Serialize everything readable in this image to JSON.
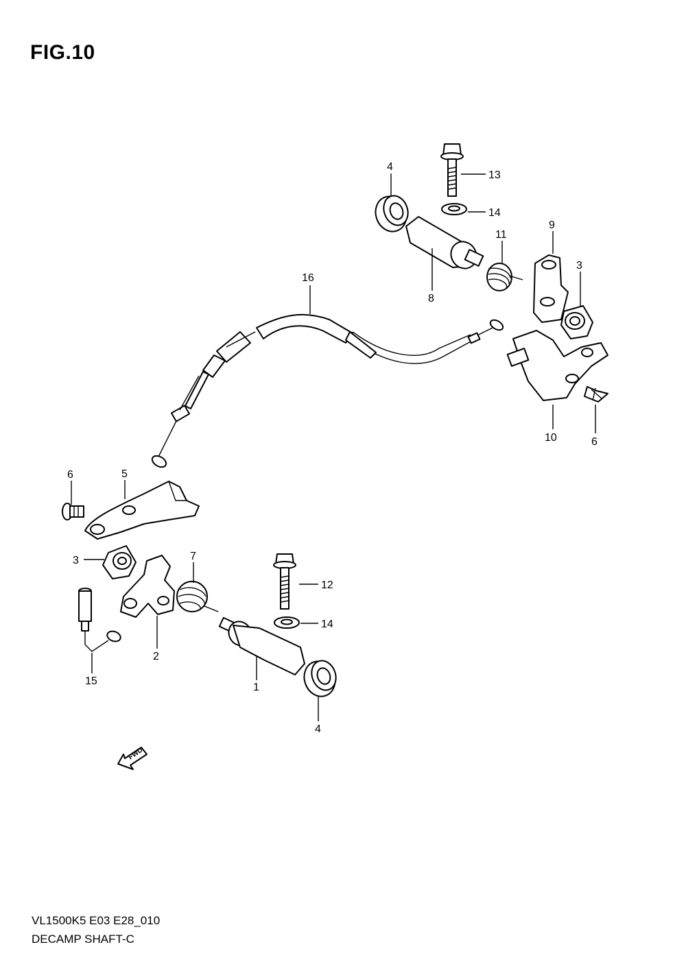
{
  "header": {
    "title": "FIG.10"
  },
  "footer": {
    "line1": "VL1500K5 E03 E28_010",
    "line2": "DECAMP SHAFT-C"
  },
  "fwd_arrow": {
    "label": "FWD"
  },
  "callouts": {
    "c1": "1",
    "c2": "2",
    "c3a": "3",
    "c3b": "3",
    "c4a": "4",
    "c4b": "4",
    "c5": "5",
    "c6a": "6",
    "c6b": "6",
    "c7": "7",
    "c8": "8",
    "c9": "9",
    "c10": "10",
    "c11": "11",
    "c12": "12",
    "c13": "13",
    "c14a": "14",
    "c14b": "14",
    "c15": "15",
    "c16": "16"
  }
}
